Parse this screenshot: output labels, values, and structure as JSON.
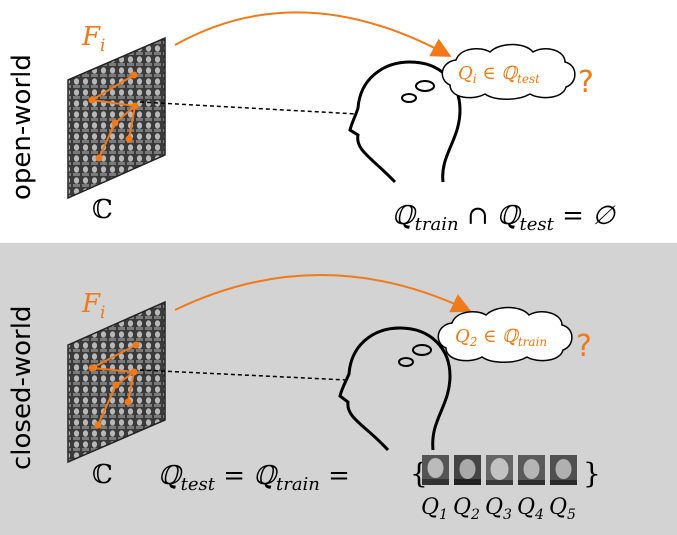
{
  "colors": {
    "accent": "#f07a1a",
    "closed_bg": "#d3d3d3",
    "ink": "#000000"
  },
  "open_world": {
    "side_label": "open-world",
    "feature_label": {
      "base": "F",
      "sub": "i"
    },
    "collection_label": "ℂ",
    "thought": {
      "q": "Q",
      "q_sub": "i",
      "rel": " ∈ ℚ",
      "set_sub": "test"
    },
    "question_mark": "?",
    "formula": {
      "a": "ℚ",
      "a_sub": "train",
      "op": " ∩ ℚ",
      "b_sub": "test",
      "rest": " = ∅"
    }
  },
  "closed_world": {
    "side_label": "closed-world",
    "feature_label": {
      "base": "F",
      "sub": "i"
    },
    "collection_label": "ℂ",
    "thought": {
      "q": "Q",
      "q_sub": "2",
      "rel": " ∈ ℚ",
      "set_sub": "train"
    },
    "question_mark": "?",
    "formula": {
      "a": "ℚ",
      "a_sub": "test",
      "eq1": " = ℚ",
      "b_sub": "train",
      "eq2": " = ",
      "open_brace": "{",
      "close_brace": "}"
    },
    "faces": [
      {
        "label": "Q",
        "sub": "1",
        "icon": "face-1-icon"
      },
      {
        "label": "Q",
        "sub": "2",
        "icon": "face-2-icon"
      },
      {
        "label": "Q",
        "sub": "3",
        "icon": "face-3-icon"
      },
      {
        "label": "Q",
        "sub": "4",
        "icon": "face-4-icon"
      },
      {
        "label": "Q",
        "sub": "5",
        "icon": "face-5-icon"
      }
    ]
  }
}
